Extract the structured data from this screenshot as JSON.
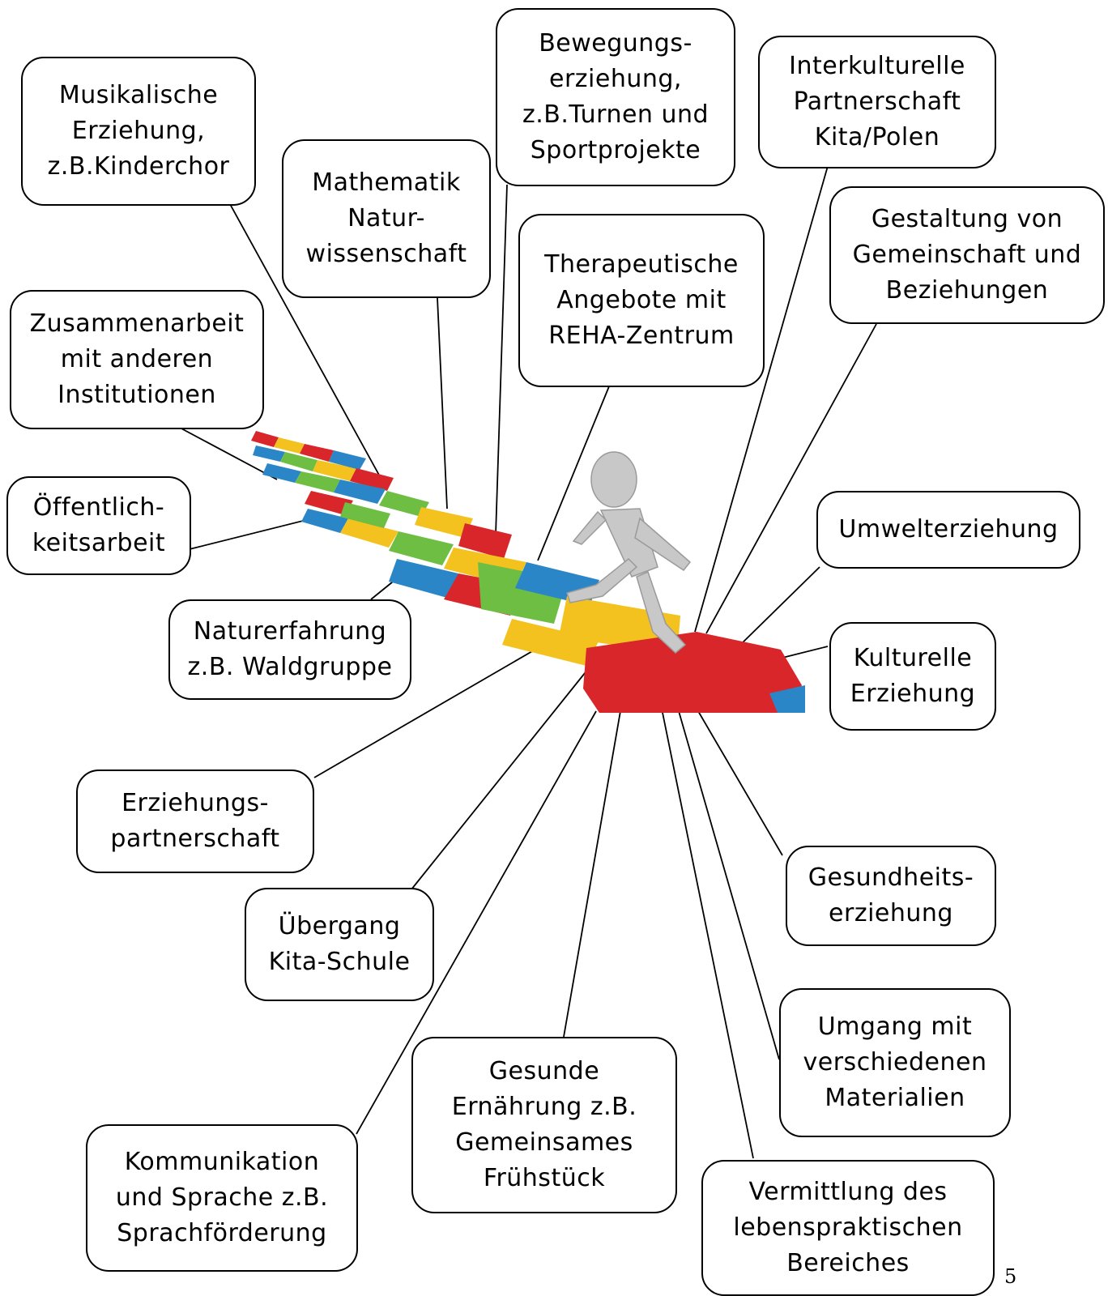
{
  "nodes": {
    "musik": "Musikalische\nErziehung,\nz.B.Kinderchor",
    "mathe": "Mathematik\nNatur-\nwissenschaft",
    "bewegung": "Bewegungs-\nerziehung,\nz.B.Turnen und\nSportprojekte",
    "interkulturell": "Interkulturelle\nPartnerschaft\nKita/Polen",
    "therapie": "Therapeutische\nAngebote mit\nREHA-Zentrum",
    "gemeinschaft": "Gestaltung von\nGemeinschaft und\nBeziehungen",
    "zusammenarbeit": "Zusammenarbeit\nmit anderen\nInstitutionen",
    "oeffentlich": "Öffentlich-\nkeitsarbeit",
    "umwelt": "Umwelterziehung",
    "natur": "Naturerfahrung\nz.B. Waldgruppe",
    "kulturell": "Kulturelle\nErziehung",
    "partnerschaft": "Erziehungs-\npartnerschaft",
    "uebergang": "Übergang\nKita-Schule",
    "gesundheit": "Gesundheits-\nerziehung",
    "materialien": "Umgang mit\nverschiedenen\nMaterialien",
    "ernaehrung": "Gesunde\nErnährung z.B.\nGemeinsames\nFrühstück",
    "kommunikation": "Kommunikation\nund Sprache z.B.\nSprachförderung",
    "lebenspraktisch": "Vermittlung des\nlebenspraktischen\nBereiches"
  },
  "page_number": "5",
  "colors": {
    "red": "#d8262b",
    "yellow": "#f3c21f",
    "green": "#6fbe44",
    "blue": "#2b86c8",
    "figure": "#c8c8c8"
  },
  "icons": {
    "puzzle_path": "puzzle-piece-path-icon",
    "walker": "walking-person-icon"
  }
}
